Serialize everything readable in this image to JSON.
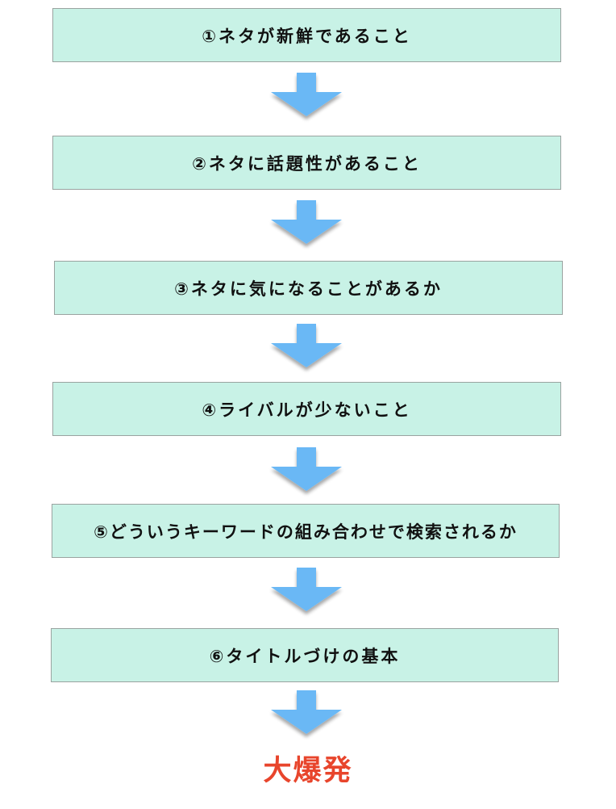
{
  "steps": [
    {
      "label": "①ネタが新鮮であること"
    },
    {
      "label": "②ネタに話題性があること"
    },
    {
      "label": "③ネタに気になることがあるか"
    },
    {
      "label": "④ライバルが少ないこと"
    },
    {
      "label": "⑤どういうキーワードの組み合わせで検索されるか"
    },
    {
      "label": "⑥タイトルづけの基本"
    }
  ],
  "result": {
    "label": "大爆発"
  },
  "colors": {
    "box_fill": "#c8f2e6",
    "box_border": "#9aa3a0",
    "arrow": "#6bb8f5",
    "result_text": "#e8452c"
  },
  "icons": {
    "arrow": "down-arrow-icon"
  }
}
